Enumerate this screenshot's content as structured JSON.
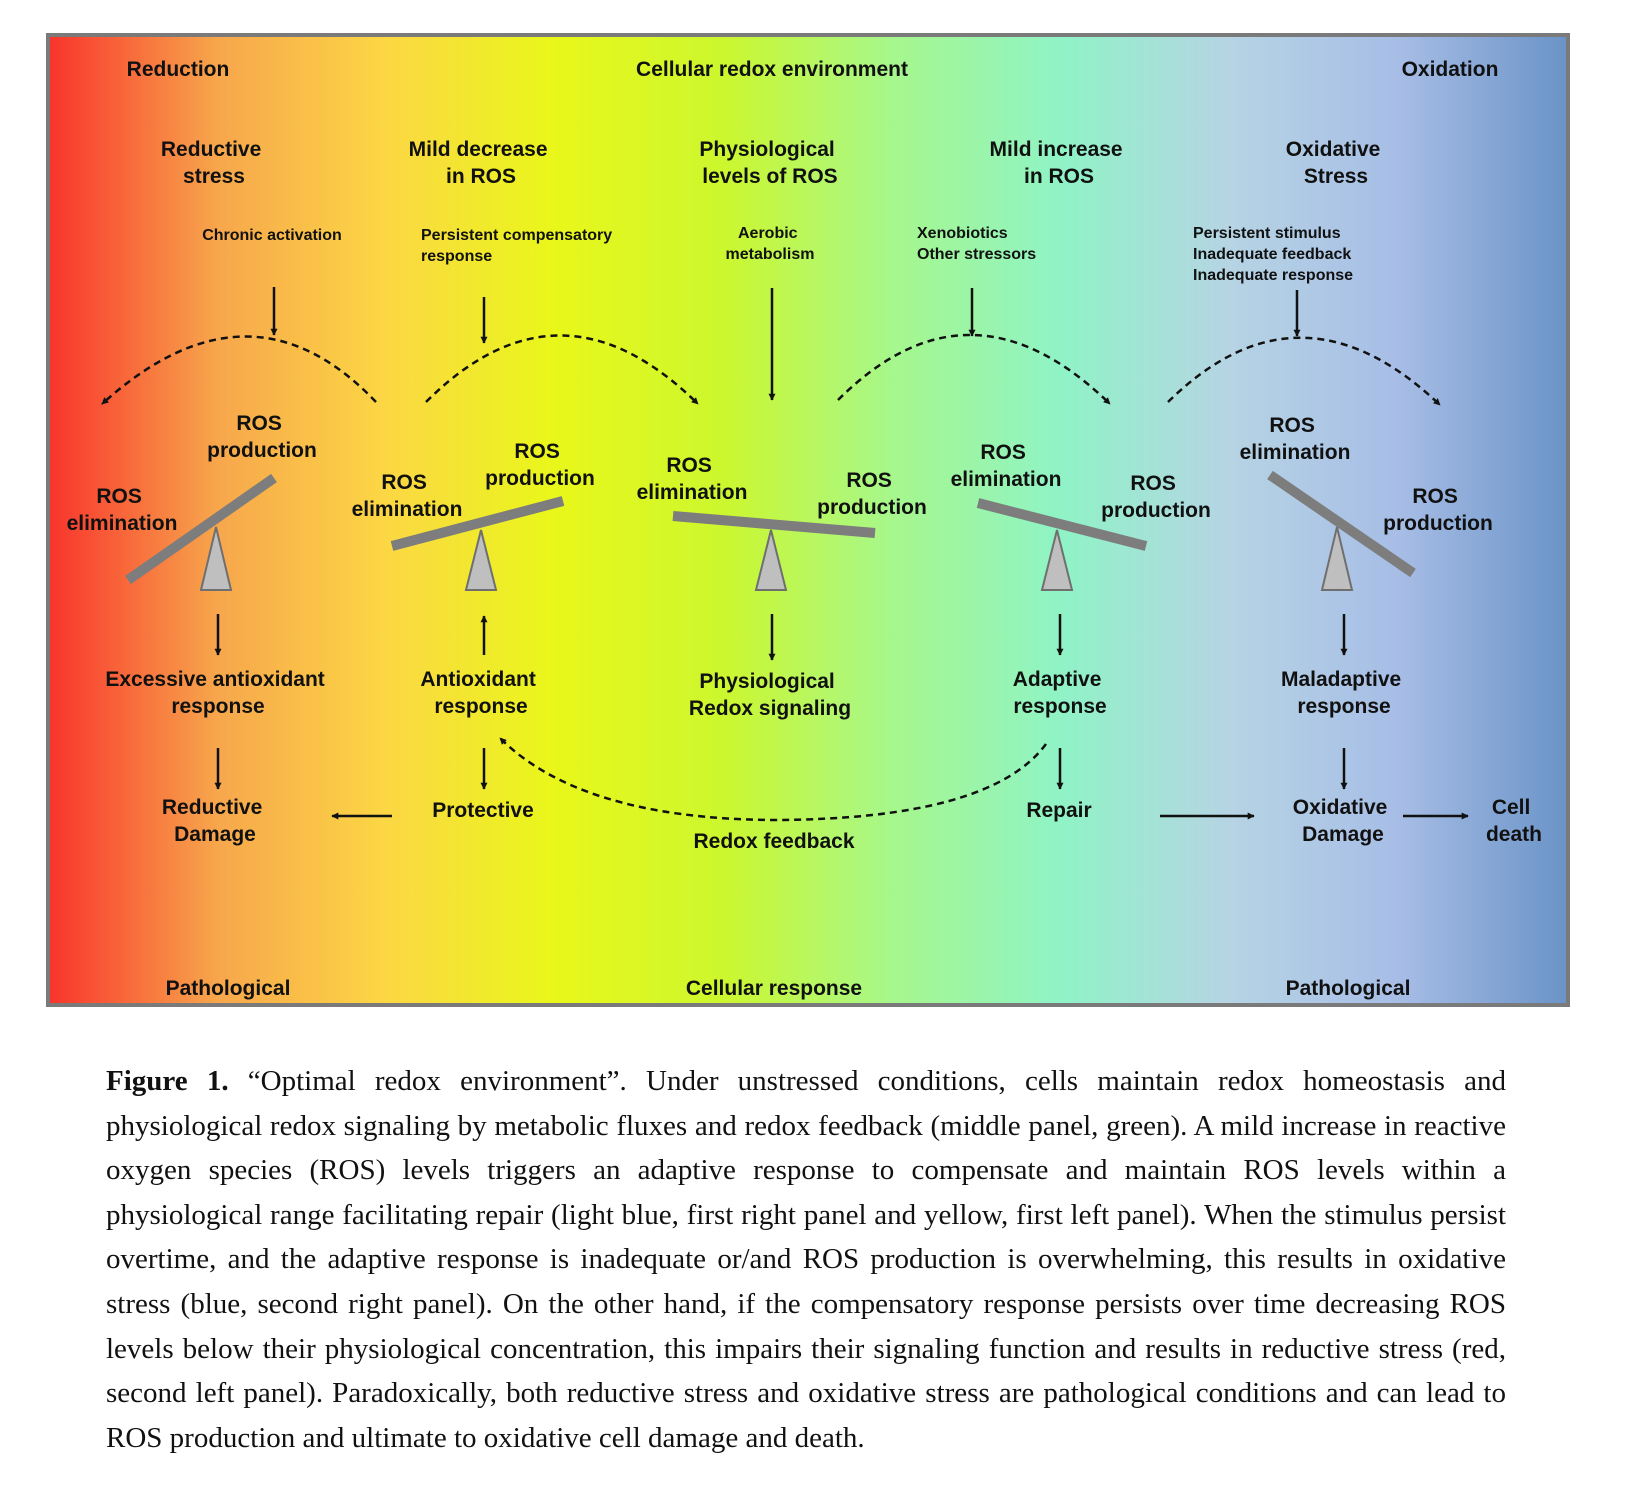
{
  "colors": {
    "gradient": [
      "#f8332c",
      "#f7a64c",
      "#fcd744",
      "#e9f71a",
      "#ccf72e",
      "#a6f78c",
      "#8ff3c6",
      "#b6d4e4",
      "#a7bde6",
      "#6a93c7"
    ],
    "frame": "#7a7a7a",
    "beam": "#7d7d7d",
    "fulcrum_fill": "#bfbfbf",
    "arrow": "#111111"
  },
  "header": {
    "left": "Reduction",
    "center": "Cellular redox environment",
    "right": "Oxidation"
  },
  "footer": {
    "left": "Pathological",
    "center": "Cellular response",
    "right": "Pathological"
  },
  "panels": [
    {
      "title": [
        "Reductive",
        "stress"
      ],
      "trigger": [
        "Chronic activation"
      ],
      "elimination": [
        "ROS",
        "elimination"
      ],
      "production": [
        "ROS",
        "production"
      ],
      "response": [
        "Excessive antioxidant",
        "response"
      ],
      "outcome": [
        "Reductive",
        "Damage"
      ]
    },
    {
      "title": [
        "Mild decrease",
        "in ROS"
      ],
      "trigger": [
        "Persistent compensatory",
        "response"
      ],
      "elimination": [
        "ROS",
        "elimination"
      ],
      "production": [
        "ROS",
        "production"
      ],
      "response": [
        "Antioxidant",
        "response"
      ],
      "outcome": [
        "Protective"
      ]
    },
    {
      "title": [
        "Physiological",
        "levels of ROS"
      ],
      "trigger": [
        "Aerobic",
        "metabolism"
      ],
      "elimination": [
        "ROS",
        "elimination"
      ],
      "production": [
        "ROS",
        "production"
      ],
      "response": [
        "Physiological",
        "Redox signaling"
      ],
      "outcome": [
        "Redox feedback"
      ]
    },
    {
      "title": [
        "Mild increase",
        "in ROS"
      ],
      "trigger": [
        "Xenobiotics",
        "Other stressors"
      ],
      "elimination": [
        "ROS",
        "elimination"
      ],
      "production": [
        "ROS",
        "production"
      ],
      "response": [
        "Adaptive",
        "response"
      ],
      "outcome": [
        "Repair"
      ]
    },
    {
      "title": [
        "Oxidative",
        "Stress"
      ],
      "trigger": [
        "Persistent stimulus",
        "Inadequate feedback",
        "Inadequate response"
      ],
      "elimination": [
        "ROS",
        "elimination"
      ],
      "production": [
        "ROS",
        "production"
      ],
      "response": [
        "Maladaptive",
        "response"
      ],
      "outcome": [
        "Oxidative",
        "Damage"
      ]
    }
  ],
  "cell_death": [
    "Cell",
    "death"
  ],
  "caption": {
    "label": "Figure 1.",
    "text": "“Optimal redox environment”. Under unstressed conditions, cells maintain redox homeostasis and physiological redox signaling by metabolic fluxes and redox feedback (middle panel, green). A mild increase in reactive oxygen species (ROS) levels triggers an adaptive response to compensate and maintain ROS levels within a physiological range facilitating repair (light blue, first right panel and yellow, first left panel). When the stimulus persist overtime, and the adaptive response is inadequate or/and ROS production is overwhelming, this results in oxidative stress (blue, second right panel). On the other hand, if the compensatory response persists over time decreasing ROS levels below their physiological concentration, this impairs their signaling function and results in reductive stress (red, second left panel). Paradoxically, both reductive stress and oxidative stress are pathological conditions and can lead to ROS production and ultimate to oxidative cell damage and death."
  }
}
